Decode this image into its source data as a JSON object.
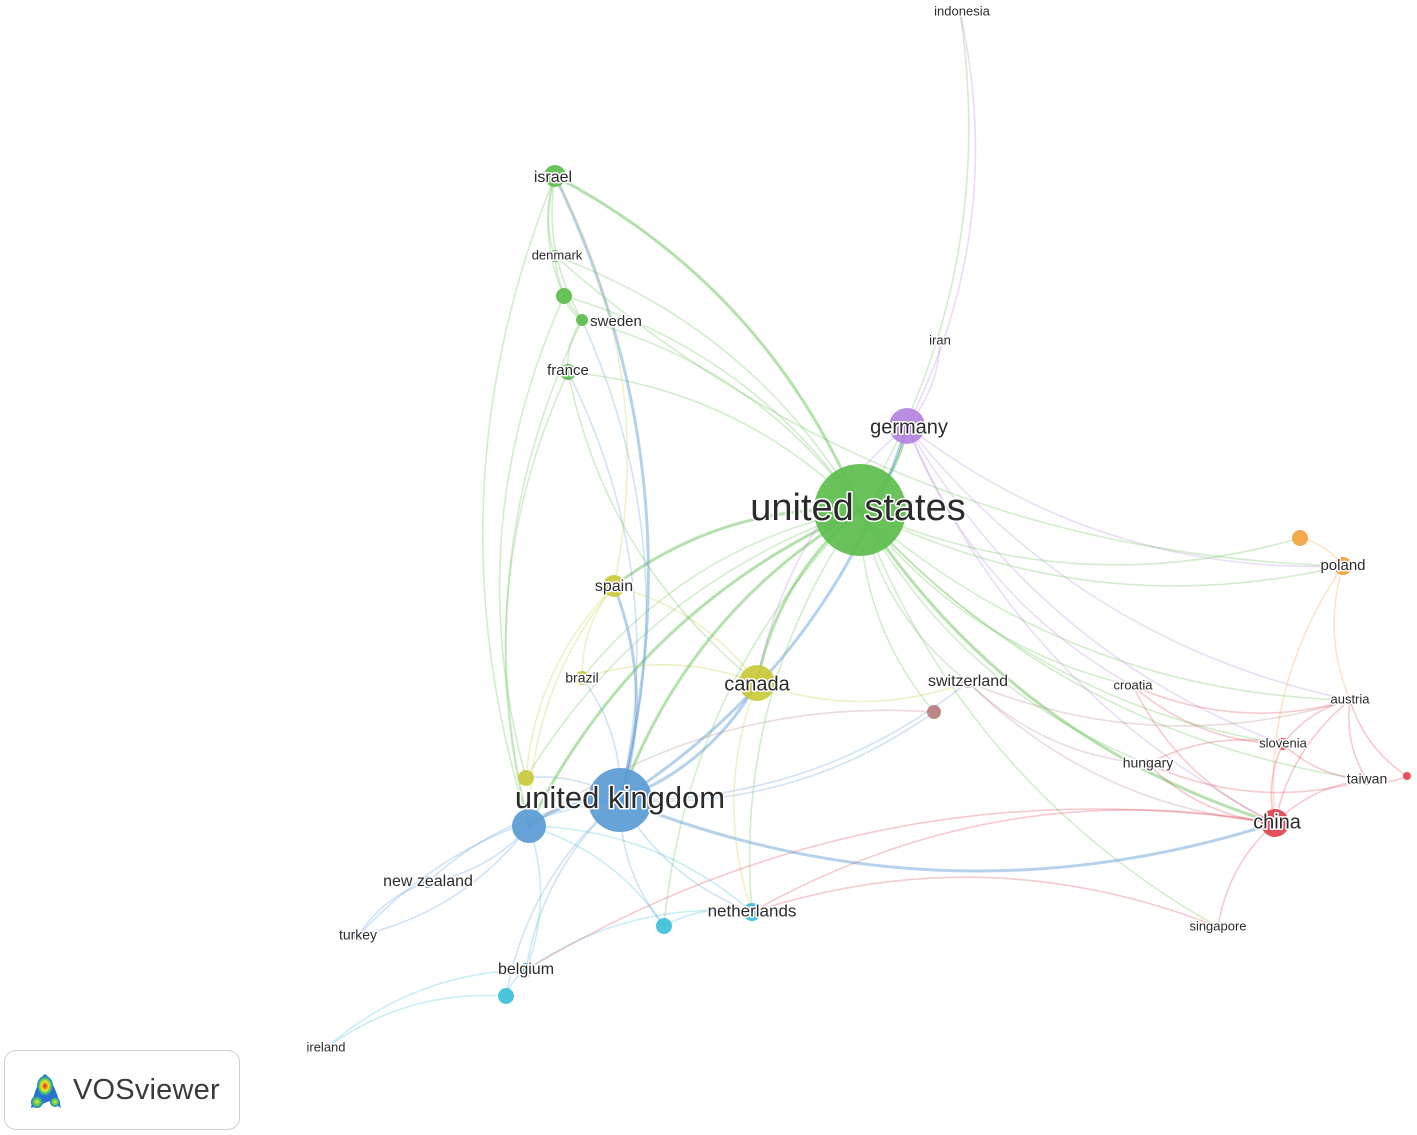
{
  "app": {
    "logo_text": "VOSviewer"
  },
  "cluster_colors": {
    "green": "#5cbd4c",
    "blue": "#5b9bd5",
    "yellow": "#c9c93a",
    "cyan": "#3cc0d8",
    "purple": "#b383e0",
    "red": "#e0424f",
    "orange": "#f2a23c",
    "brown": "#b87d7d"
  },
  "nodes": [
    {
      "id": "united-states",
      "label": "united states",
      "cluster": "green"
    },
    {
      "id": "united-kingdom",
      "label": "united kingdom",
      "cluster": "blue"
    },
    {
      "id": "germany",
      "label": "germany",
      "cluster": "purple"
    },
    {
      "id": "canada",
      "label": "canada",
      "cluster": "yellow"
    },
    {
      "id": "spain",
      "label": "spain",
      "cluster": "yellow"
    },
    {
      "id": "brazil",
      "label": "brazil",
      "cluster": "yellow"
    },
    {
      "id": "israel",
      "label": "israel",
      "cluster": "green"
    },
    {
      "id": "denmark",
      "label": "denmark",
      "cluster": "green"
    },
    {
      "id": "sweden",
      "label": "sweden",
      "cluster": "green"
    },
    {
      "id": "france",
      "label": "france",
      "cluster": "green"
    },
    {
      "id": "indonesia",
      "label": "indonesia",
      "cluster": "purple"
    },
    {
      "id": "iran",
      "label": "iran",
      "cluster": "purple"
    },
    {
      "id": "poland",
      "label": "poland",
      "cluster": "orange"
    },
    {
      "id": "switzerland",
      "label": "switzerland",
      "cluster": "brown"
    },
    {
      "id": "croatia",
      "label": "croatia",
      "cluster": "red"
    },
    {
      "id": "austria",
      "label": "austria",
      "cluster": "red"
    },
    {
      "id": "slovenia",
      "label": "slovenia",
      "cluster": "red"
    },
    {
      "id": "hungary",
      "label": "hungary",
      "cluster": "red"
    },
    {
      "id": "taiwan",
      "label": "taiwan",
      "cluster": "red"
    },
    {
      "id": "china",
      "label": "china",
      "cluster": "red"
    },
    {
      "id": "singapore",
      "label": "singapore",
      "cluster": "red"
    },
    {
      "id": "new-zealand",
      "label": "new zealand",
      "cluster": "blue"
    },
    {
      "id": "turkey",
      "label": "turkey",
      "cluster": "blue"
    },
    {
      "id": "netherlands",
      "label": "netherlands",
      "cluster": "cyan"
    },
    {
      "id": "belgium",
      "label": "belgium",
      "cluster": "cyan"
    },
    {
      "id": "ireland",
      "label": "ireland",
      "cluster": "blue"
    },
    {
      "id": "green-unlabeled-1",
      "label": "",
      "cluster": "green"
    },
    {
      "id": "yellow-unlabeled-1",
      "label": "",
      "cluster": "yellow"
    },
    {
      "id": "blue-unlabeled-1",
      "label": "",
      "cluster": "blue"
    },
    {
      "id": "cyan-unlabeled-1",
      "label": "",
      "cluster": "cyan"
    },
    {
      "id": "cyan-unlabeled-2",
      "label": "",
      "cluster": "cyan"
    },
    {
      "id": "orange-unlabeled-1",
      "label": "",
      "cluster": "orange"
    },
    {
      "id": "brown-unlabeled-1",
      "label": "",
      "cluster": "brown"
    },
    {
      "id": "red-unlabeled-1",
      "label": "",
      "cluster": "red"
    }
  ],
  "links": [
    [
      "united-states",
      "united-kingdom"
    ],
    [
      "united-states",
      "germany"
    ],
    [
      "united-states",
      "canada"
    ],
    [
      "united-states",
      "spain"
    ],
    [
      "united-states",
      "brazil"
    ],
    [
      "united-states",
      "israel"
    ],
    [
      "united-states",
      "denmark"
    ],
    [
      "united-states",
      "sweden"
    ],
    [
      "united-states",
      "france"
    ],
    [
      "united-states",
      "green-unlabeled-1"
    ],
    [
      "united-states",
      "indonesia"
    ],
    [
      "united-states",
      "poland"
    ],
    [
      "united-states",
      "orange-unlabeled-1"
    ],
    [
      "united-states",
      "switzerland"
    ],
    [
      "united-states",
      "croatia"
    ],
    [
      "united-states",
      "austria"
    ],
    [
      "united-states",
      "slovenia"
    ],
    [
      "united-states",
      "hungary"
    ],
    [
      "united-states",
      "taiwan"
    ],
    [
      "united-states",
      "china"
    ],
    [
      "united-states",
      "singapore"
    ],
    [
      "united-states",
      "netherlands"
    ],
    [
      "united-states",
      "blue-unlabeled-1"
    ],
    [
      "united-states",
      "yellow-unlabeled-1"
    ],
    [
      "united-states",
      "brown-unlabeled-1"
    ],
    [
      "united-states",
      "cyan-unlabeled-1"
    ],
    [
      "united-kingdom",
      "canada"
    ],
    [
      "united-kingdom",
      "spain"
    ],
    [
      "united-kingdom",
      "brazil"
    ],
    [
      "united-kingdom",
      "germany"
    ],
    [
      "united-kingdom",
      "israel"
    ],
    [
      "united-kingdom",
      "sweden"
    ],
    [
      "united-kingdom",
      "france"
    ],
    [
      "united-kingdom",
      "netherlands"
    ],
    [
      "united-kingdom",
      "belgium"
    ],
    [
      "united-kingdom",
      "new-zealand"
    ],
    [
      "united-kingdom",
      "turkey"
    ],
    [
      "united-kingdom",
      "blue-unlabeled-1"
    ],
    [
      "united-kingdom",
      "yellow-unlabeled-1"
    ],
    [
      "united-kingdom",
      "cyan-unlabeled-1"
    ],
    [
      "united-kingdom",
      "cyan-unlabeled-2"
    ],
    [
      "united-kingdom",
      "switzerland"
    ],
    [
      "united-kingdom",
      "china"
    ],
    [
      "united-kingdom",
      "brown-unlabeled-1"
    ],
    [
      "germany",
      "iran"
    ],
    [
      "germany",
      "indonesia"
    ],
    [
      "germany",
      "poland"
    ],
    [
      "germany",
      "china"
    ],
    [
      "germany",
      "austria"
    ],
    [
      "germany",
      "canada"
    ],
    [
      "germany",
      "croatia"
    ],
    [
      "germany",
      "slovenia"
    ],
    [
      "canada",
      "spain"
    ],
    [
      "canada",
      "brazil"
    ],
    [
      "canada",
      "switzerland"
    ],
    [
      "canada",
      "netherlands"
    ],
    [
      "spain",
      "brazil"
    ],
    [
      "spain",
      "yellow-unlabeled-1"
    ],
    [
      "spain",
      "blue-unlabeled-1"
    ],
    [
      "spain",
      "israel"
    ],
    [
      "israel",
      "denmark"
    ],
    [
      "israel",
      "sweden"
    ],
    [
      "israel",
      "green-unlabeled-1"
    ],
    [
      "israel",
      "blue-unlabeled-1"
    ],
    [
      "denmark",
      "sweden"
    ],
    [
      "denmark",
      "poland"
    ],
    [
      "sweden",
      "france"
    ],
    [
      "sweden",
      "blue-unlabeled-1"
    ],
    [
      "france",
      "blue-unlabeled-1"
    ],
    [
      "france",
      "canada"
    ],
    [
      "green-unlabeled-1",
      "yellow-unlabeled-1"
    ],
    [
      "green-unlabeled-1",
      "sweden"
    ],
    [
      "poland",
      "orange-unlabeled-1"
    ],
    [
      "poland",
      "austria"
    ],
    [
      "poland",
      "china"
    ],
    [
      "switzerland",
      "china"
    ],
    [
      "switzerland",
      "austria"
    ],
    [
      "switzerland",
      "hungary"
    ],
    [
      "croatia",
      "china"
    ],
    [
      "croatia",
      "austria"
    ],
    [
      "croatia",
      "slovenia"
    ],
    [
      "austria",
      "slovenia"
    ],
    [
      "austria",
      "taiwan"
    ],
    [
      "austria",
      "china"
    ],
    [
      "austria",
      "red-unlabeled-1"
    ],
    [
      "slovenia",
      "taiwan"
    ],
    [
      "slovenia",
      "china"
    ],
    [
      "slovenia",
      "hungary"
    ],
    [
      "hungary",
      "china"
    ],
    [
      "hungary",
      "taiwan"
    ],
    [
      "taiwan",
      "china"
    ],
    [
      "taiwan",
      "red-unlabeled-1"
    ],
    [
      "china",
      "singapore"
    ],
    [
      "china",
      "netherlands"
    ],
    [
      "china",
      "belgium"
    ],
    [
      "singapore",
      "netherlands"
    ],
    [
      "netherlands",
      "belgium"
    ],
    [
      "netherlands",
      "cyan-unlabeled-1"
    ],
    [
      "netherlands",
      "blue-unlabeled-1"
    ],
    [
      "belgium",
      "cyan-unlabeled-2"
    ],
    [
      "belgium",
      "blue-unlabeled-1"
    ],
    [
      "belgium",
      "ireland"
    ],
    [
      "cyan-unlabeled-2",
      "ireland"
    ],
    [
      "new-zealand",
      "turkey"
    ],
    [
      "new-zealand",
      "blue-unlabeled-1"
    ],
    [
      "turkey",
      "blue-unlabeled-1"
    ],
    [
      "cyan-unlabeled-1",
      "blue-unlabeled-1"
    ],
    [
      "brown-unlabeled-1",
      "blue-unlabeled-1"
    ]
  ]
}
